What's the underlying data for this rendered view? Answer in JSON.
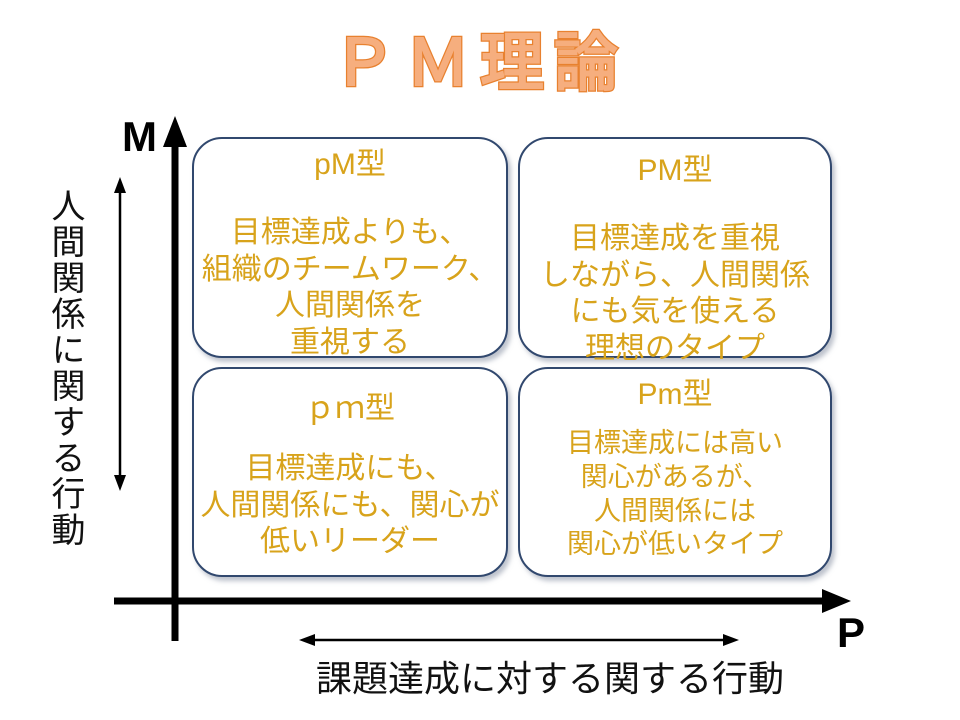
{
  "slide": {
    "title": "ＰＭ理論"
  },
  "axes": {
    "y_label": "M",
    "x_label": "P",
    "y_caption": "人間関係に関する行動",
    "x_caption": "課題達成に対する関する行動"
  },
  "quadrants": [
    {
      "key": "pM",
      "label": "pM型",
      "text": "目標達成よりも、\n組織のチームワーク、\n人間関係を\n重視する"
    },
    {
      "key": "PM",
      "label": "PM型",
      "text": "目標達成を重視\nしながら、人間関係\nにも気を使える\n理想のタイプ"
    },
    {
      "key": "pm",
      "label": "ｐｍ型",
      "text": "目標達成にも、\n人間関係にも、関心が\n低いリーダー"
    },
    {
      "key": "Pm",
      "label": "Pm型",
      "text": "目標達成には高い\n関心があるが、\n人間関係には\n関心が低いタイプ"
    }
  ],
  "colors": {
    "title_fill": "#F6AE7E",
    "title_stroke": "#E8812F",
    "quadrant_text": "#D8A31B",
    "box_border": "#31486E",
    "axis_color": "#000000"
  }
}
